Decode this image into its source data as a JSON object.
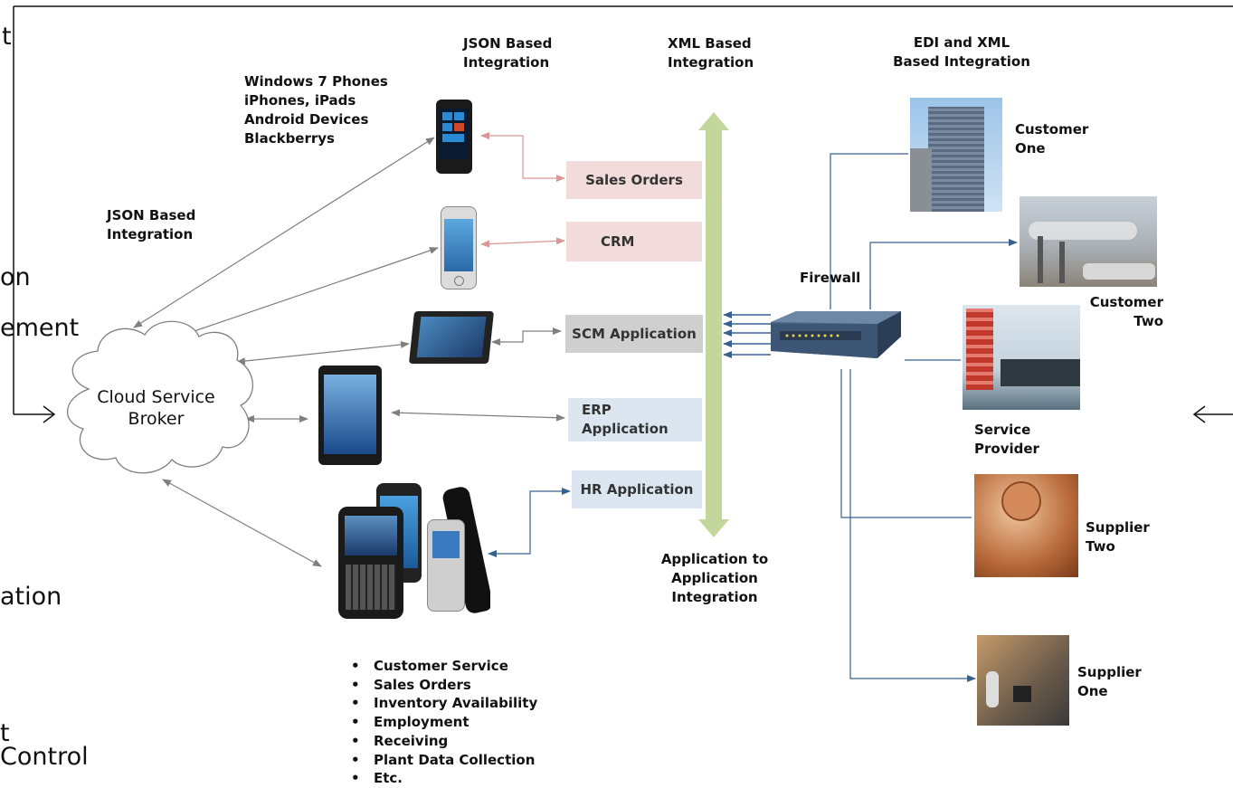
{
  "edge_fragments": {
    "t1": "t",
    "on": "on",
    "ement": "ement",
    "ation": "ation",
    "t2": "t",
    "control": "Control"
  },
  "headers": {
    "json_top": "JSON Based\nIntegration",
    "xml_top": "XML Based\nIntegration",
    "edi": "EDI and XML\nBased Integration",
    "devices": "Windows 7 Phones\niPhones, iPads\nAndroid Devices\nBlackberrys",
    "json_left": "JSON Based\nIntegration",
    "a2a": "Application to\nApplication\nIntegration"
  },
  "cloud_label": "Cloud Service\nBroker",
  "apps": {
    "sales_orders": "Sales Orders",
    "crm": "CRM",
    "scm": "SCM Application",
    "erp": "ERP\nApplication",
    "hr": "HR Application"
  },
  "firewall": "Firewall",
  "partners": {
    "customer_one": "Customer\nOne",
    "customer_two": "Customer\nTwo",
    "service_provider": "Service\nProvider",
    "supplier_two": "Supplier\nTwo",
    "supplier_one": "Supplier\nOne"
  },
  "bullets": [
    "Customer Service",
    "Sales Orders",
    "Inventory Availability",
    "Employment",
    "Receiving",
    "Plant Data Collection",
    "Etc."
  ],
  "colors": {
    "pink_box": "#f2dbdb",
    "grey_box": "#cfcfcf",
    "blue_box": "#dce6f1",
    "xml_bar": "#c3d69b",
    "pink_arrow": "#d99694",
    "blue_line": "#376092",
    "grey_arrow": "#7f7f7f"
  },
  "icons": {
    "phones": "smartphone-icon",
    "tablet": "tablet-icon",
    "firewall": "firewall-appliance-icon",
    "buildings": "building-photo"
  }
}
